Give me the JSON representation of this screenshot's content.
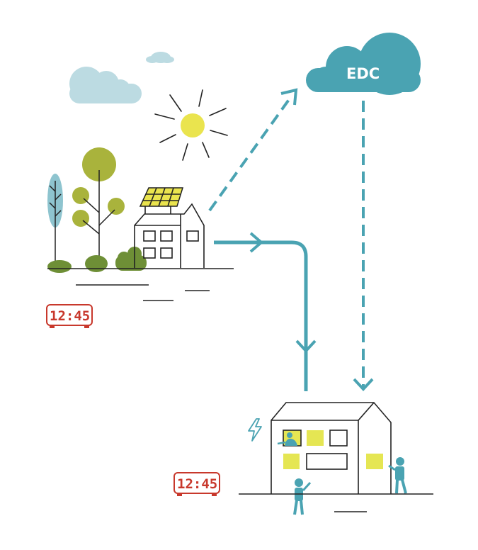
{
  "cloud_label": "EDC",
  "clock_top": "12:45",
  "clock_bottom": "12:45",
  "colors": {
    "teal": "#4aa3b2",
    "light_cloud": "#bcdbe2",
    "sun": "#eae44e",
    "yellow_window": "#e5e653",
    "tree_green": "#a9b33c",
    "bush_green": "#6e8f36",
    "clock_red": "#c8382c",
    "line": "#222222"
  },
  "icons": [
    "sun-icon",
    "cloud-icon",
    "solar-panel-icon",
    "lightning-icon",
    "person-icon",
    "tree-icon",
    "bush-icon",
    "house-icon",
    "clock-icon"
  ]
}
